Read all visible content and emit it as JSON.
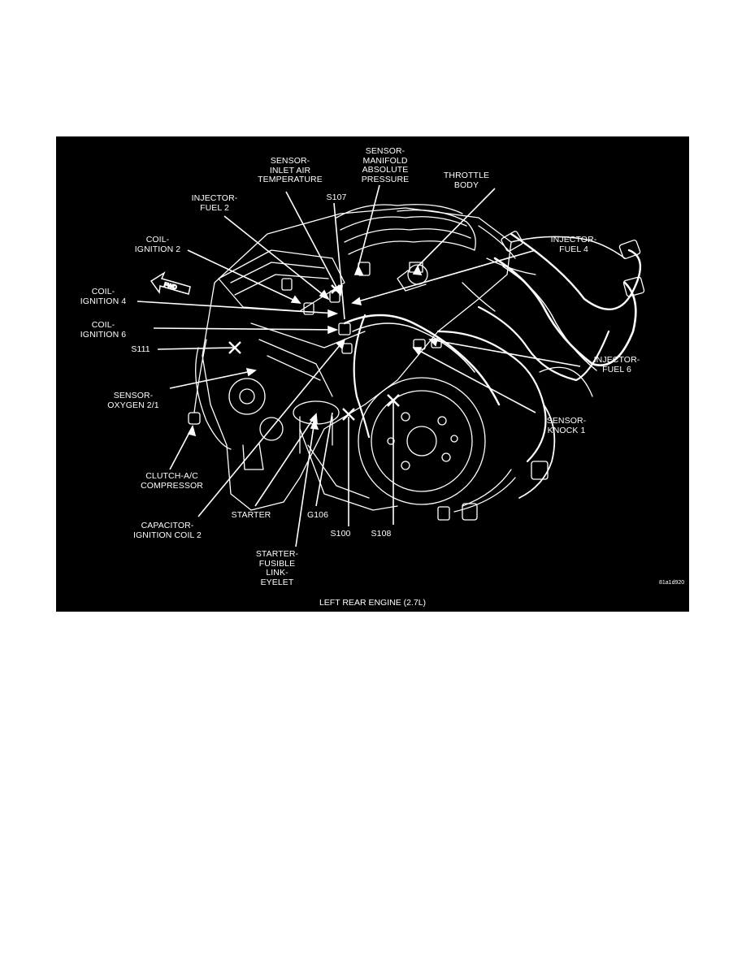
{
  "figure": {
    "caption": "LEFT REAR ENGINE  (2.7L)",
    "figure_id": "81a1d920",
    "arrow_label": "FWD",
    "labels": {
      "sensor_inlet_air_temp": "SENSOR-\nINLET AIR\nTEMPERATURE",
      "sensor_map": "SENSOR-\nMANIFOLD\nABSOLUTE\nPRESSURE",
      "throttle_body": "THROTTLE\nBODY",
      "injector_fuel_2": "INJECTOR-\nFUEL 2",
      "s107": "S107",
      "coil_ignition_2": "COIL-\nIGNITION 2",
      "injector_fuel_4": "INJECTOR-\nFUEL 4",
      "coil_ignition_4": "COIL-\nIGNITION 4",
      "coil_ignition_6": "COIL-\nIGNITION 6",
      "s111": "S111",
      "injector_fuel_6": "INJECTOR-\nFUEL 6",
      "sensor_oxygen": "SENSOR-\nOXYGEN 2/1",
      "sensor_knock": "SENSOR-\nKNOCK 1",
      "clutch_ac": "CLUTCH-A/C\nCOMPRESSOR",
      "starter": "STARTER",
      "g106": "G106",
      "capacitor": "CAPACITOR-\nIGNITION COIL 2",
      "s100": "S100",
      "s108": "S108",
      "starter_fusible": "STARTER-\nFUSIBLE\nLINK-\nEYELET"
    }
  }
}
